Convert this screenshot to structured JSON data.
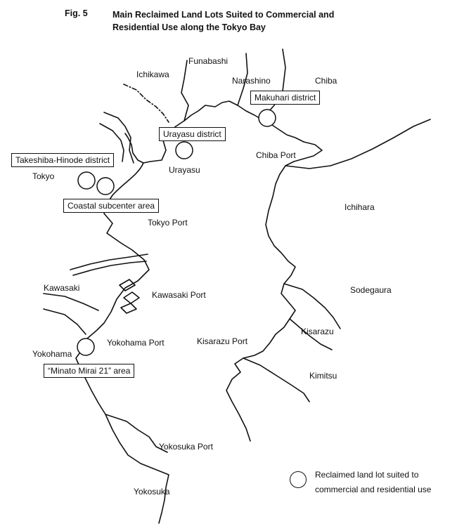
{
  "figure": {
    "number": "Fig. 5",
    "title_line1": "Main Reclaimed Land Lots Suited to Commercial and",
    "title_line2": "Residential Use along the Tokyo Bay"
  },
  "places": {
    "funabashi": "Funabashi",
    "ichikawa": "Ichikawa",
    "narashino": "Narashino",
    "chiba": "Chiba",
    "chiba_port": "Chiba Port",
    "urayasu": "Urayasu",
    "tokyo": "Tokyo",
    "tokyo_port": "Tokyo Port",
    "ichihara": "Ichihara",
    "kawasaki": "Kawasaki",
    "kawasaki_port": "Kawasaki Port",
    "sodegaura": "Sodegaura",
    "kisarazu": "Kisarazu",
    "kisarazu_port": "Kisarazu Port",
    "yokohama": "Yokohama",
    "yokohama_port": "Yokohama Port",
    "kimitsu": "Kimitsu",
    "yokosuka_port": "Yokosuka Port",
    "yokosuka": "Yokosuka"
  },
  "districts": {
    "makuhari": "Makuhari district",
    "urayasu": "Urayasu district",
    "takeshiba": "Takeshiba-Hinode district",
    "coastal": "Coastal subcenter area",
    "minato_mirai": "“Minato Mirai 21” area"
  },
  "legend": {
    "line1": "Reclaimed land lot suited to",
    "line2": "commercial and residential use"
  }
}
